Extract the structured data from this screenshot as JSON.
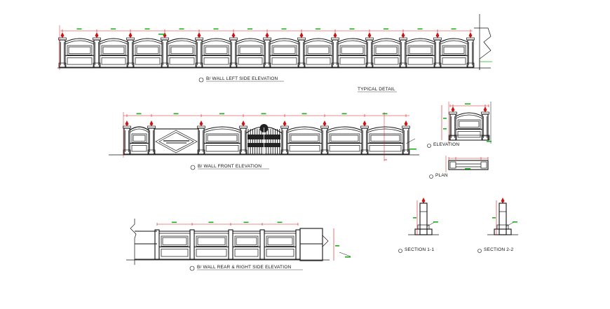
{
  "titles": {
    "left_side": "B/ WALL LEFT SIDE ELEVATION",
    "front": "B/ WALL FRONT ELEVATION",
    "rear_right": "B/ WALL REAR & RIGHT SIDE ELEVATION",
    "typical": "TYPICAL DETAIL",
    "elevation": "ELEVATION",
    "plan": "PLAN",
    "section1": "SECTION 1-1",
    "section2": "SECTION 2-2"
  },
  "colors": {
    "line": "#111111",
    "dimension": "#d61a1a",
    "label": "#19b219",
    "finial": "#cc1111"
  }
}
